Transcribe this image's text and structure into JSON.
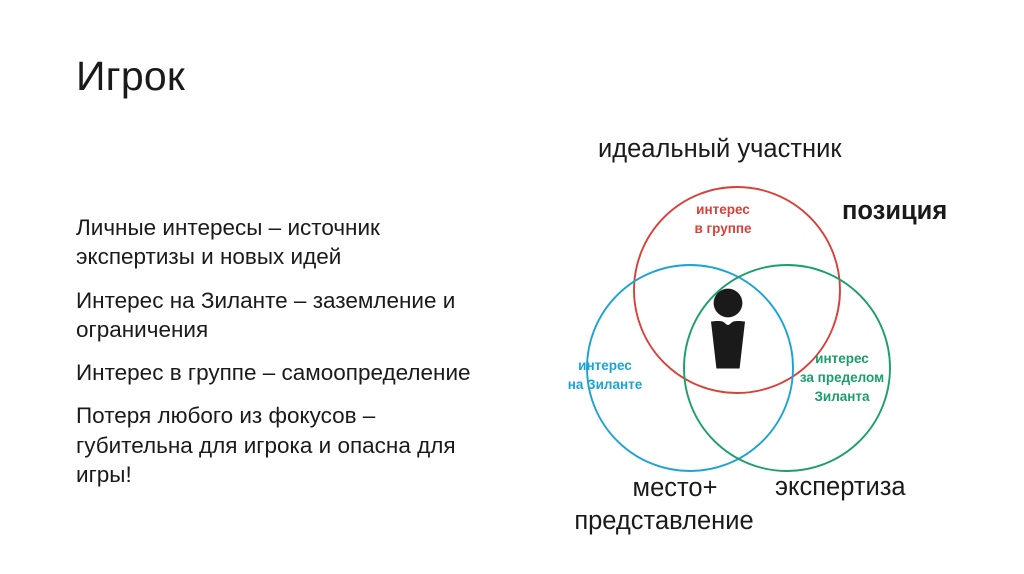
{
  "slide": {
    "title": "Игрок",
    "background_color": "#ffffff",
    "text_color": "#1a1a1a"
  },
  "bullets": [
    "Личные интересы – источник экспертизы и новых идей",
    "Интерес на Зиланте – заземление и ограничения",
    "Интерес в группе – самоопределение",
    "Потеря любого из фокусов – губительна для игрока и опасна для игры!"
  ],
  "venn": {
    "outer_labels": {
      "top": "идеальный участник",
      "right": "позиция",
      "bottom_left_line1": "место+",
      "bottom_left_line2": "представление",
      "bottom_right": "экспертиза"
    },
    "circles": [
      {
        "id": "interest-in-group",
        "label_line1": "интерес",
        "label_line2": "в группе",
        "color": "#D8413A",
        "position": "top"
      },
      {
        "id": "interest-at-zilant",
        "label_line1": "интерес",
        "label_line2": "на Зиланте",
        "color": "#1CA3D6",
        "position": "left"
      },
      {
        "id": "interest-beyond-zilant",
        "label_line1": "интерес",
        "label_line2": "за пределом",
        "label_line3": "Зиланта",
        "color": "#1B9E6B",
        "position": "right"
      }
    ],
    "center_icon": {
      "name": "person-figure-icon",
      "color": "#1a1a1a"
    }
  }
}
